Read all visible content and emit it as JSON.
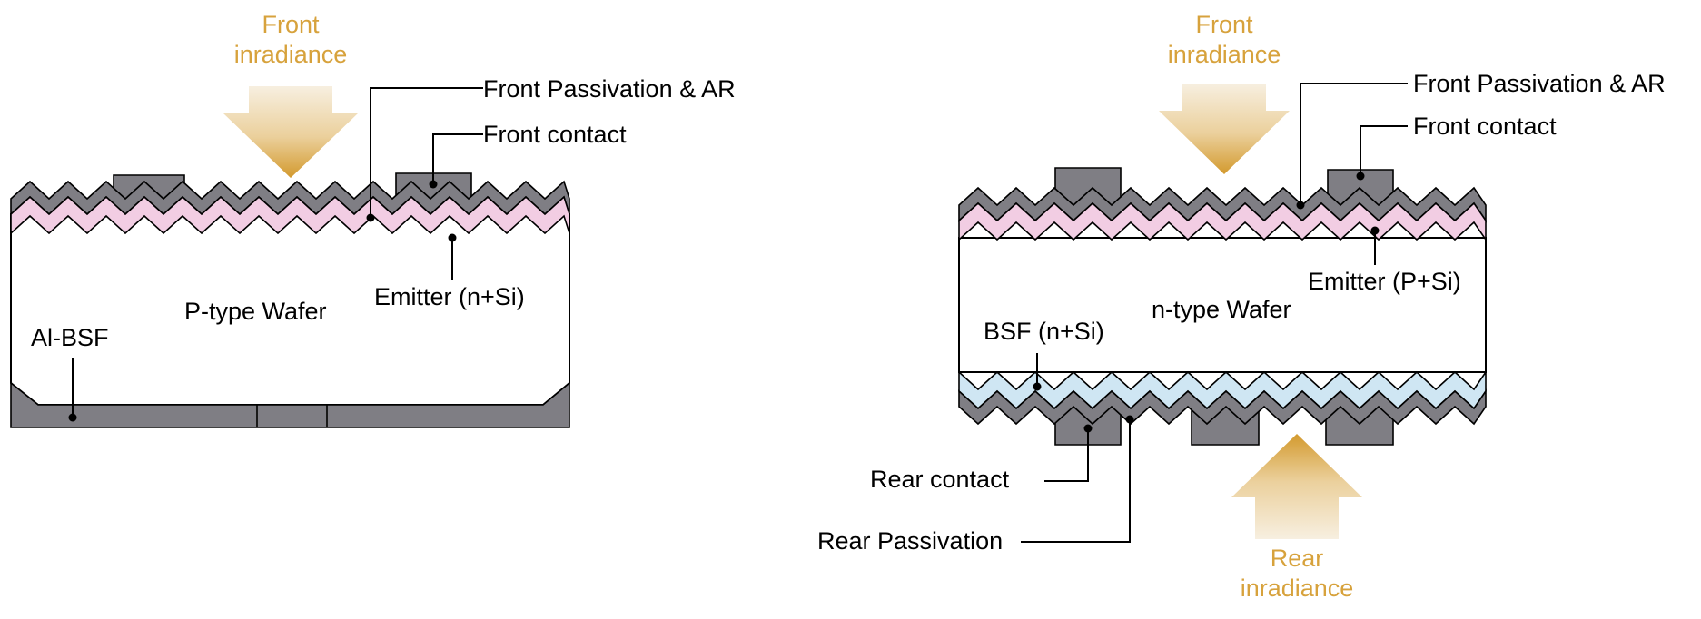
{
  "left_cell": {
    "irradiance_label_line1": "Front",
    "irradiance_label_line2": "inradiance",
    "front_passivation_label": "Front Passivation & AR",
    "front_contact_label": "Front contact",
    "emitter_label": "Emitter (n+Si)",
    "wafer_label": "P-type Wafer",
    "bsf_label": "Al-BSF"
  },
  "right_cell": {
    "front_irradiance_line1": "Front",
    "front_irradiance_line2": "inradiance",
    "front_passivation_label": "Front Passivation & AR",
    "front_contact_label": "Front contact",
    "emitter_label": "Emitter (P+Si)",
    "wafer_label": "n-type Wafer",
    "bsf_label": "BSF (n+Si)",
    "rear_contact_label": "Rear contact",
    "rear_passivation_label": "Rear Passivation",
    "rear_irradiance_line1": "Rear",
    "rear_irradiance_line2": "inradiance"
  },
  "colors": {
    "irradiance_text": "#d7a23c",
    "arrow_top": "#f6ecd9",
    "arrow_bottom": "#d7a23c",
    "passivation_gray": "#7f7e84",
    "emitter_pink": "#f2cde3",
    "bsf_blue": "#cfe6f3"
  }
}
